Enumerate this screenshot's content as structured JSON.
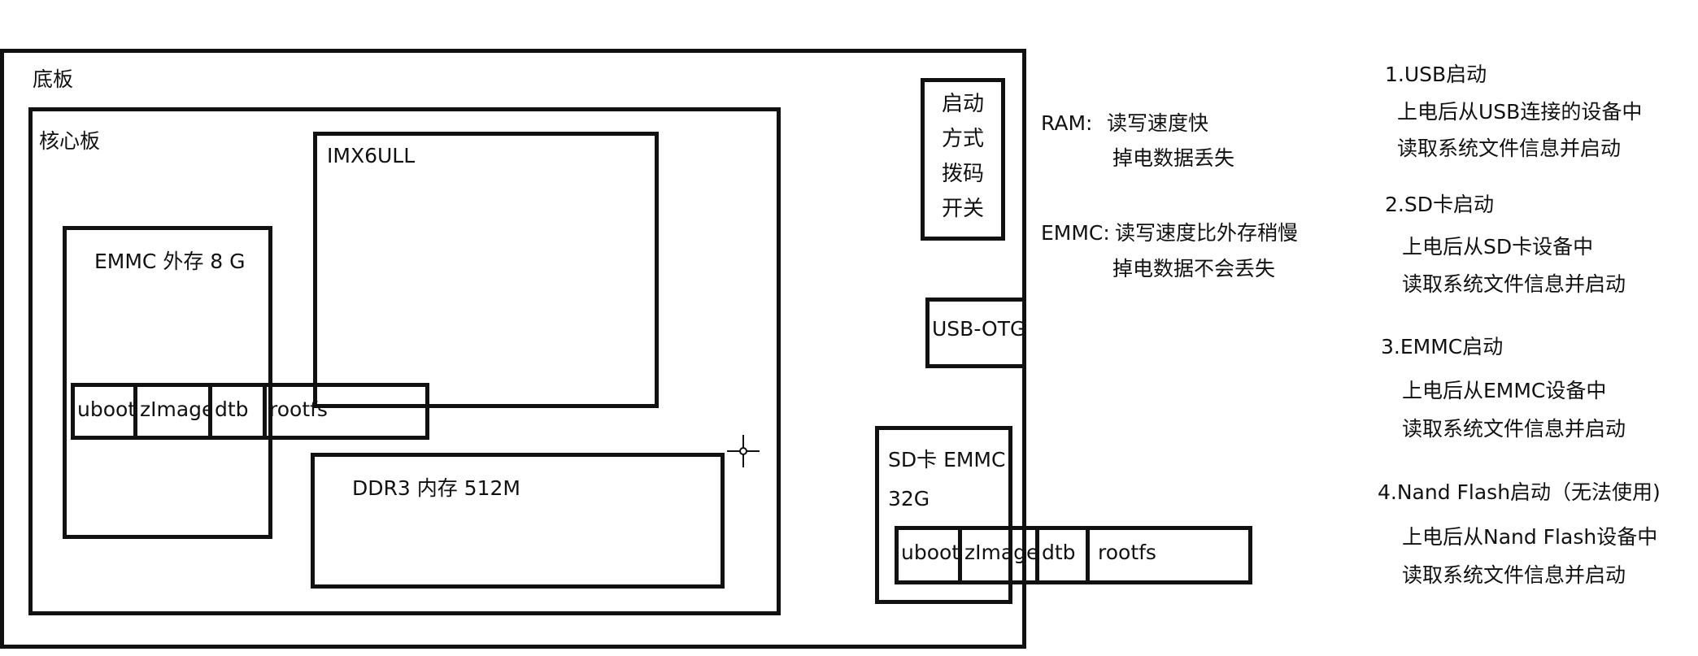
{
  "board": {
    "base_label": "底板",
    "core_label": "核心板",
    "cpu_label": "IMX6ULL",
    "emmc_label": "EMMC 外存 8 G",
    "ddr_label": "DDR3 内存 512M",
    "emmc_partitions": [
      "uboot",
      "zImage",
      "dtb",
      "rootfs"
    ],
    "boot_switch": [
      "启动",
      "方式",
      "拨码",
      "开关"
    ],
    "usb_otg_label": "USB-OTG",
    "sd_label_line1": "SD卡 EMMC",
    "sd_label_line2": "32G",
    "sd_partitions": [
      "uboot",
      "zImage",
      "dtb",
      "rootfs"
    ]
  },
  "notes": {
    "ram_title": "RAM:",
    "ram_line1": "读写速度快",
    "ram_line2": "掉电数据丢失",
    "emmc_title": "EMMC:",
    "emmc_line1": "读写速度比外存稍慢",
    "emmc_line2": "掉电数据不会丢失"
  },
  "boot_modes": [
    {
      "title": "1.USB启动",
      "line1": "上电后从USB连接的设备中",
      "line2": "读取系统文件信息并启动"
    },
    {
      "title": "2.SD卡启动",
      "line1": "上电后从SD卡设备中",
      "line2": "读取系统文件信息并启动"
    },
    {
      "title": "3.EMMC启动",
      "line1": "上电后从EMMC设备中",
      "line2": "读取系统文件信息并启动"
    },
    {
      "title": "4.Nand Flash启动（无法使用)",
      "line1": "上电后从Nand Flash设备中",
      "line2": "读取系统文件信息并启动"
    }
  ],
  "icons": [
    "crosshair-cursor-icon"
  ]
}
